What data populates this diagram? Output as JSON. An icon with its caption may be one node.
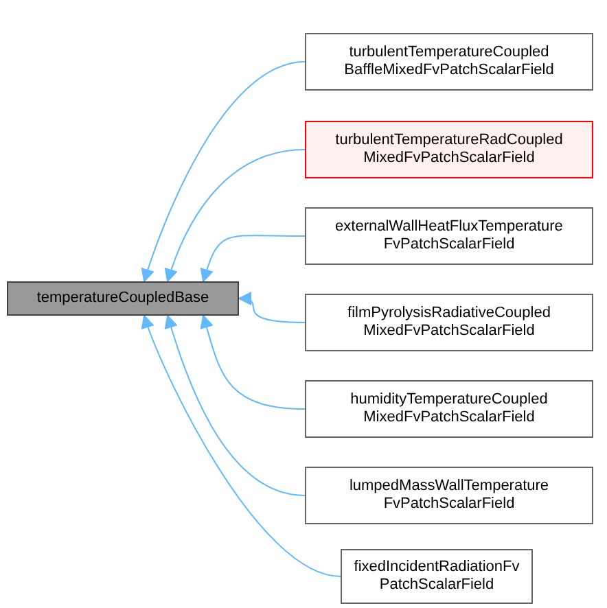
{
  "diagram": {
    "nodes": [
      {
        "text": [
          "temperatureCoupledBase"
        ]
      },
      {
        "text": [
          "turbulentTemperatureCoupled BaffleMixedFvPatchScalarField"
        ]
      },
      {
        "text": [
          "turbulentTemperatureRadCoupled MixedFvPatchScalarField"
        ]
      },
      {
        "text": [
          "externalWallHeatFluxTemperature FvPatchScalarField"
        ]
      },
      {
        "text": [
          "filmPyrolysisRadiativeCoupled MixedFvPatchScalarField"
        ]
      },
      {
        "text": [
          "humidityTemperatureCoupled MixedFvPatchScalarField"
        ]
      },
      {
        "text": [
          "lumpedMassWallTemperature FvPatchScalarField"
        ]
      },
      {
        "text": [
          "fixedIncidentRadiationFv PatchScalarField"
        ]
      }
    ],
    "edges": [
      {
        "from": 1,
        "to": 0,
        "arrow": "to"
      },
      {
        "from": 2,
        "to": 0,
        "arrow": "to"
      },
      {
        "from": 3,
        "to": 0,
        "arrow": "to"
      },
      {
        "from": 4,
        "to": 0,
        "arrow": "to"
      },
      {
        "from": 5,
        "to": 0,
        "arrow": "to"
      },
      {
        "from": 6,
        "to": 0,
        "arrow": "to"
      },
      {
        "from": 7,
        "to": 0,
        "arrow": "to"
      }
    ]
  }
}
